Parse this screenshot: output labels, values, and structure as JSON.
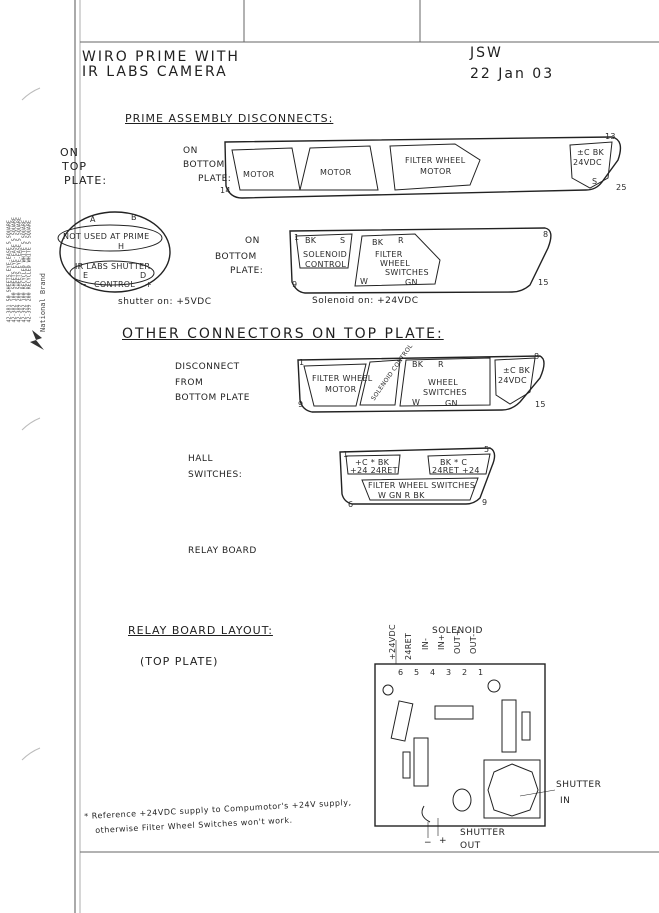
{
  "header": {
    "title_line1": "WIRO PRIME WITH",
    "title_line2": "IR LABS CAMERA",
    "author": "JSW",
    "date": "22 Jan 03"
  },
  "prime_disconnects": {
    "heading": "PRIME ASSEMBLY DISCONNECTS:",
    "on_top_plate_1": "ON",
    "on_top_plate_2": "TOP",
    "on_top_plate_3": "PLATE:",
    "on_bottom_plate_1": "ON",
    "on_bottom_plate_2": "BOTTOM",
    "on_bottom_plate_3": "PLATE:",
    "on_bottom_plate_b1": "ON",
    "on_bottom_plate_b2": "BOTTOM",
    "on_bottom_plate_b3": "PLATE:",
    "conn25": {
      "pin_start": "14",
      "pin_end": "25",
      "pin_top": "13",
      "motor1": "MOTOR",
      "motor2": "MOTOR",
      "fw_motor1": "FILTER WHEEL",
      "fw_motor2": "MOTOR",
      "pwr_pins": "±C BK",
      "pwr_label": "24VDC",
      "s_label": "S"
    },
    "circ": {
      "a": "A",
      "b": "B",
      "not_used": "NOT USED AT PRIME",
      "h": "H",
      "ir_shutter": "IR LABS SHUTTER",
      "e": "E",
      "d": "D",
      "control": "CONTROL",
      "minus": "−",
      "plus": "+",
      "shutter_note": "shutter on: +5VDC"
    },
    "conn15": {
      "bk": "BK",
      "s": "S",
      "solenoid1": "SOLENOID",
      "solenoid2": "CONTROL",
      "bk2": "BK",
      "r": "R",
      "fw1": "FILTER",
      "fw2": "WHEEL",
      "fw3": "SWITCHES",
      "w": "W",
      "gn": "GN",
      "pin9": "9",
      "pin15": "15",
      "pin8": "8",
      "pin1": "1",
      "solenoid_note": "Solenoid on: +24VDC"
    }
  },
  "other_connectors": {
    "heading": "OTHER CONNECTORS ON TOP PLATE:",
    "disconnect1": "DISCONNECT",
    "disconnect2": "FROM",
    "disconnect3": "BOTTOM PLATE",
    "fw_motor1": "FILTER WHEEL",
    "fw_motor2": "MOTOR",
    "sol_ctrl": "SOLENOID CONTROL",
    "bk": "BK",
    "r": "R",
    "wheel1": "WHEEL",
    "wheel2": "SWITCHES",
    "w": "W",
    "gn": "GN",
    "pwr1": "±C BK",
    "pwr2": "24VDC",
    "pin1": "1",
    "pin8": "8",
    "pin9": "9",
    "pin15": "15"
  },
  "hall": {
    "label1": "HALL",
    "label2": "SWITCHES:",
    "left_box1": "+C * BK",
    "left_box2": "+24 24RET",
    "right_box1": "BK * C",
    "right_box2": "24RET +24",
    "fw": "FILTER WHEEL SWITCHES",
    "row": "W  GN  R  BK",
    "pin1": "1",
    "pin5": "5",
    "pin6": "6",
    "pin9": "9"
  },
  "relay": {
    "relay_board": "RELAY BOARD",
    "layout_heading": "RELAY BOARD LAYOUT:",
    "top_plate": "(TOP PLATE)",
    "col_24vdc": "+24VDC",
    "col_24ret": "24RET",
    "col_in1": "IN-",
    "col_in2": "IN+",
    "col_out1": "OUT+",
    "col_out2": "OUT-",
    "solenoid": "SOLENOID",
    "pins": [
      "6",
      "5",
      "4",
      "3",
      "2",
      "1"
    ],
    "shutter_in1": "SHUTTER",
    "shutter_in2": "IN",
    "shutter_out1": "SHUTTER",
    "shutter_out2": "OUT",
    "minus": "−",
    "plus": "+"
  },
  "footnote": {
    "line1": "* Reference +24VDC supply to Compumotor's +24V supply,",
    "line2": "otherwise Filter Wheel Switches won't work."
  },
  "margin": {
    "brand": "National Brand",
    "paper": "42-381 50 SHEETS EYE-EASE 5 SQUARE\n42-382 100 SHEETS EYE-EASE 5 SQUARE\n42-389 200 SHEETS EYE-EASE 5 SQUARE\n42-392 100 RECYCLED WHITE 5 SQUARE\n42-399 200 RECYCLED WHITE 5 SQUARE"
  }
}
